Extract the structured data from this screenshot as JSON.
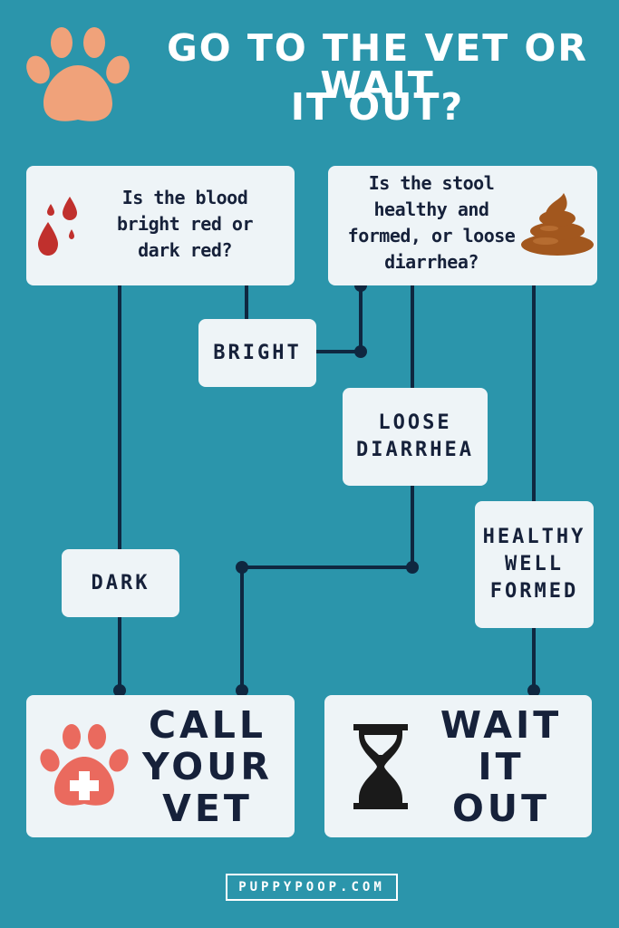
{
  "title": {
    "line1": "GO TO THE VET OR WAIT",
    "line2": "IT OUT?"
  },
  "questions": {
    "blood": {
      "lines": [
        "Is the blood",
        "bright red or",
        "dark red?"
      ],
      "icon": "blood-drops-icon"
    },
    "stool": {
      "lines": [
        "Is the stool",
        "healthy and",
        "formed, or loose",
        "diarrhea?"
      ],
      "icon": "poop-icon"
    }
  },
  "labels": {
    "bright": [
      "BRIGHT"
    ],
    "dark": [
      "DARK"
    ],
    "loose": [
      "LOOSE",
      "DIARRHEA"
    ],
    "healthy": [
      "HEALTHY",
      "WELL",
      "FORMED"
    ]
  },
  "outcomes": {
    "call_vet": {
      "lines": [
        "CALL",
        "YOUR",
        "VET"
      ],
      "icon": "paw-medical-cross-icon"
    },
    "wait": {
      "lines": [
        "WAIT IT",
        "OUT"
      ],
      "icon": "hourglass-icon"
    }
  },
  "footer": "PUPPYPOOP.COM",
  "colors": {
    "background": "#2b95ab",
    "box": "#eef4f7",
    "text": "#16213a",
    "connector": "#0f2740",
    "paw_orange": "#f0a27a",
    "paw_red": "#ea6a5e",
    "blood": "#c0302d",
    "poop": "#a2571e"
  }
}
